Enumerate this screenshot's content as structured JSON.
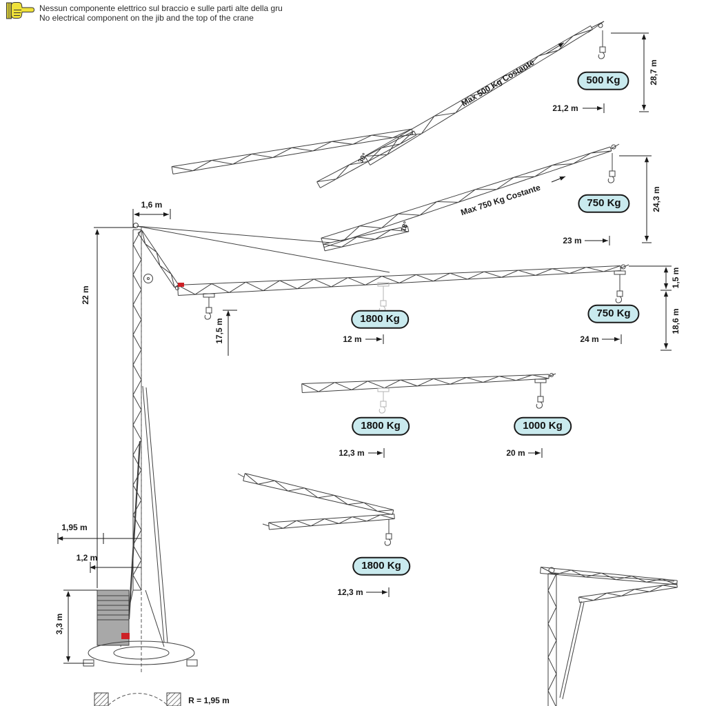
{
  "colors": {
    "badge_fill": "#c9eaee",
    "accent_red": "#cc2127",
    "hand_yellow": "#efe13a",
    "line": "#3f3f3f"
  },
  "note": {
    "italian": "Nessun componente elettrico sul braccio e sulle parti alte della gru",
    "english": "No electrical component on the jib and the top of the crane"
  },
  "main_crane": {
    "top_width": "1,6 m",
    "tower_height": "22 m",
    "hook_height_min_radius": "17,5 m",
    "outrigger_half_width": "1,95 m",
    "base_half_width": "1,2 m",
    "base_height": "3,3 m",
    "tail_radius": "R = 1,95 m"
  },
  "configs": {
    "raised_30": {
      "angle": "30°",
      "capacity_note": "Max 500 Kg Costante",
      "load": "500 Kg",
      "radius": "21,2 m",
      "hook_height": "28,7 m"
    },
    "raised_18": {
      "angle": "18°",
      "capacity_note": "Max 750 Kg Costante",
      "load": "750 Kg",
      "radius": "23 m",
      "hook_height": "24,3 m"
    },
    "horizontal_full": {
      "load_mid": "1800 Kg",
      "radius_mid": "12 m",
      "load_tip": "750 Kg",
      "radius_tip": "24 m",
      "tip_drop": "1,5 m",
      "hook_height": "18,6 m"
    },
    "horizontal_mid": {
      "load_mid": "1800 Kg",
      "radius_mid": "12,3 m",
      "load_tip": "1000 Kg",
      "radius_tip": "20 m"
    },
    "folded": {
      "load": "1800 Kg",
      "radius": "12,3 m"
    }
  }
}
